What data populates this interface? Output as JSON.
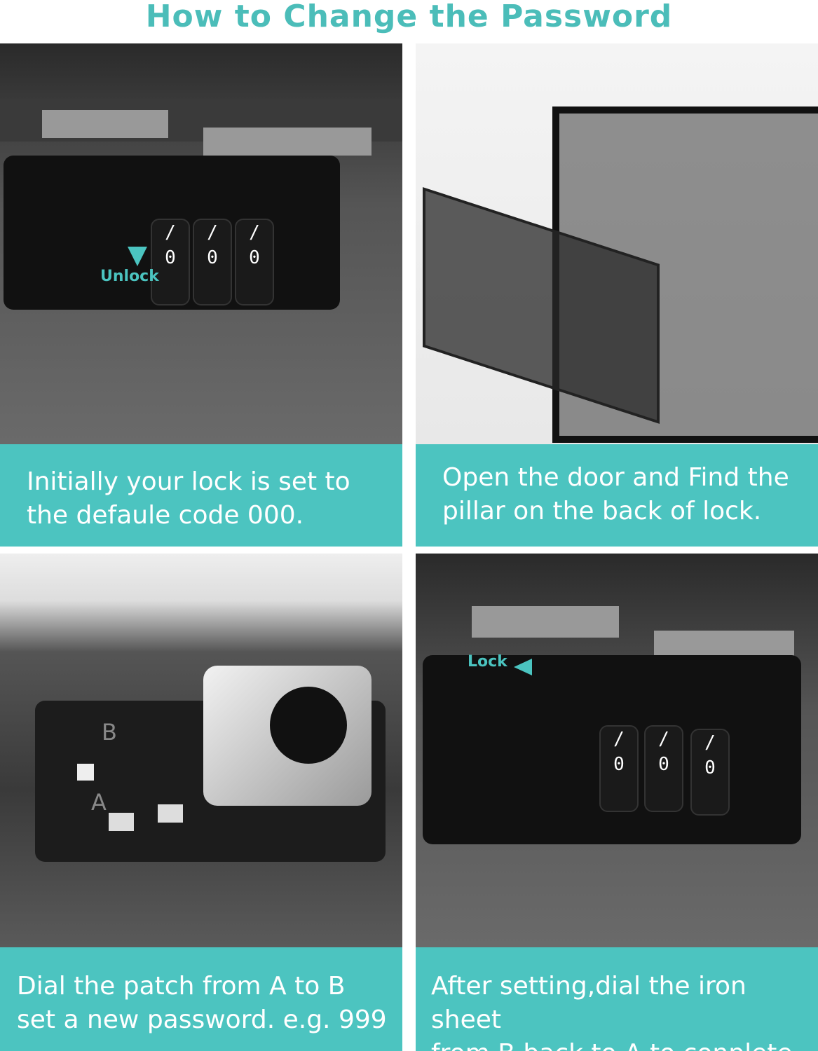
{
  "title": "How to Change the Password",
  "steps": [
    {
      "caption_line1": "Initially your lock is set to",
      "caption_line2": "the defaule code 000.",
      "image_label": "Unlock"
    },
    {
      "caption_line1": "Open the door and Find the",
      "caption_line2": "pillar on the  back of lock."
    },
    {
      "caption_line1": "Dial the patch from A to B",
      "caption_line2": "set a new password. e.g. 999",
      "label_a": "A",
      "label_b": "B"
    },
    {
      "caption_line1": "After setting,dial the iron sheet",
      "caption_line2": "from B back to A to conplete.",
      "image_label": "Lock"
    }
  ],
  "colors": {
    "accent": "#4cc4c0"
  }
}
